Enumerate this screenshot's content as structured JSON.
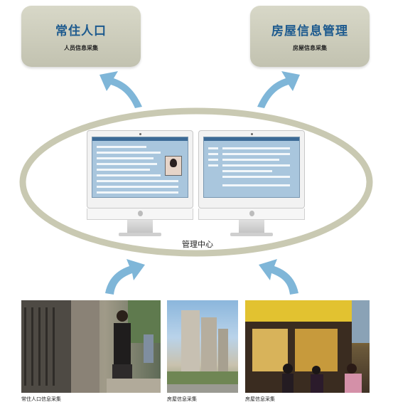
{
  "top_left": {
    "title": "常住人口",
    "subtitle": "人员信息采集"
  },
  "top_right": {
    "title": "房屋信息管理",
    "subtitle": "房屋信息采集"
  },
  "center_label": "管理中心",
  "captions": [
    "常住人口信息采集",
    "房屋信息采集",
    "房屋信息采集"
  ],
  "colors": {
    "title_blue": "#1d5a8e",
    "arrow_blue": "#7fb6d8",
    "ring": "#c9c9b2"
  }
}
